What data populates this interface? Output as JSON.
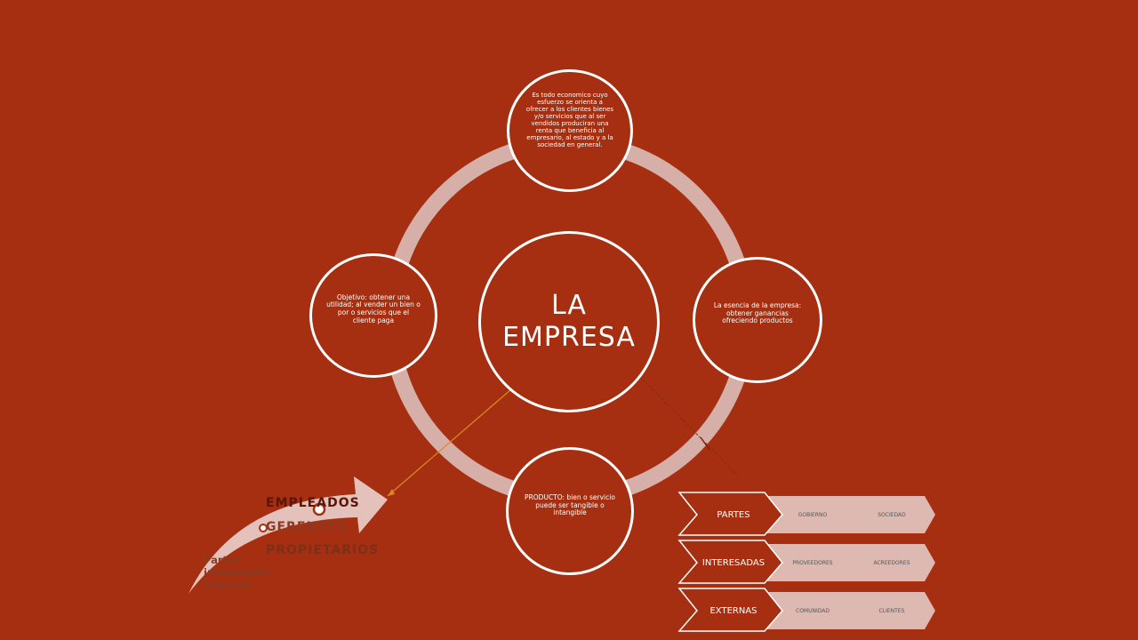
{
  "diagram": {
    "center": {
      "label": "LA EMPRESA"
    },
    "nodes": {
      "top": "Es todo economico cuyo esfuerzo se orienta a ofrecer a los clientes bienes y/o servicios que al ser vendidos produciran una renta que beneficia al empresario, al estado y a la sociedad en general.",
      "right": "La esencia de la empresa: obtener ganancias ofreciendo productos",
      "bottom": "PRODUCTO: bien o servicio puede ser tangible o intangible",
      "left": "Objetivo: obtener una utilidad; al vender un bien o por o servicios que el cliente paga"
    }
  },
  "internal": {
    "items": [
      "EMPLEADOS",
      "GERENTES",
      "PROPIETARIOS"
    ],
    "label": "Partes interesadas internas"
  },
  "external": {
    "rows": [
      {
        "main": "PARTES",
        "cells": [
          "GOBIERNO",
          "SOCIEDAD"
        ]
      },
      {
        "main": "INTERESADAS",
        "cells": [
          "PROVEEDORES",
          "ACREEDORES"
        ]
      },
      {
        "main": "EXTERNAS",
        "cells": [
          "COMUNIDAD",
          "CLIENTES"
        ]
      }
    ]
  },
  "colors": {
    "background": "#a52f10",
    "ring": "#d6b0a8",
    "chevron_light": "#ddb9b1",
    "arrow": "#d88a2a"
  }
}
